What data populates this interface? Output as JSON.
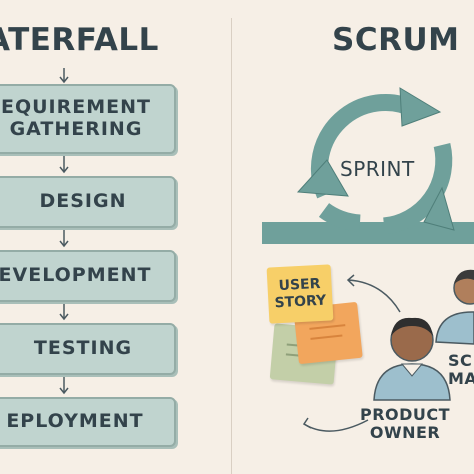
{
  "waterfall": {
    "title": "ATERFALL",
    "steps": [
      {
        "label": "EQUIREMENT\nGATHERING"
      },
      {
        "label": "DESIGN"
      },
      {
        "label": "EVELOPMENT"
      },
      {
        "label": "TESTING"
      },
      {
        "label": "EPLOYMENT"
      }
    ]
  },
  "scrum": {
    "title": "SCRUM",
    "cycle_label": "SPRINT",
    "note_label": "USER\nSTORY",
    "product_owner_label": "PRODUCT\nOWNER",
    "scrum_master_label": "SC\nMA"
  },
  "colors": {
    "background": "#f6efe6",
    "step_fill": "#c0d4cf",
    "cycle_teal": "#6fa09b",
    "note_yellow": "#f7cf68",
    "note_orange": "#f2a65d",
    "note_green": "#c3cfa8",
    "shirt_blue": "#9dbfcd"
  },
  "icons": [
    "down-arrow-icon",
    "cycle-arrow-icon",
    "curved-arrow-icon",
    "person-icon",
    "sticky-note-icon"
  ]
}
